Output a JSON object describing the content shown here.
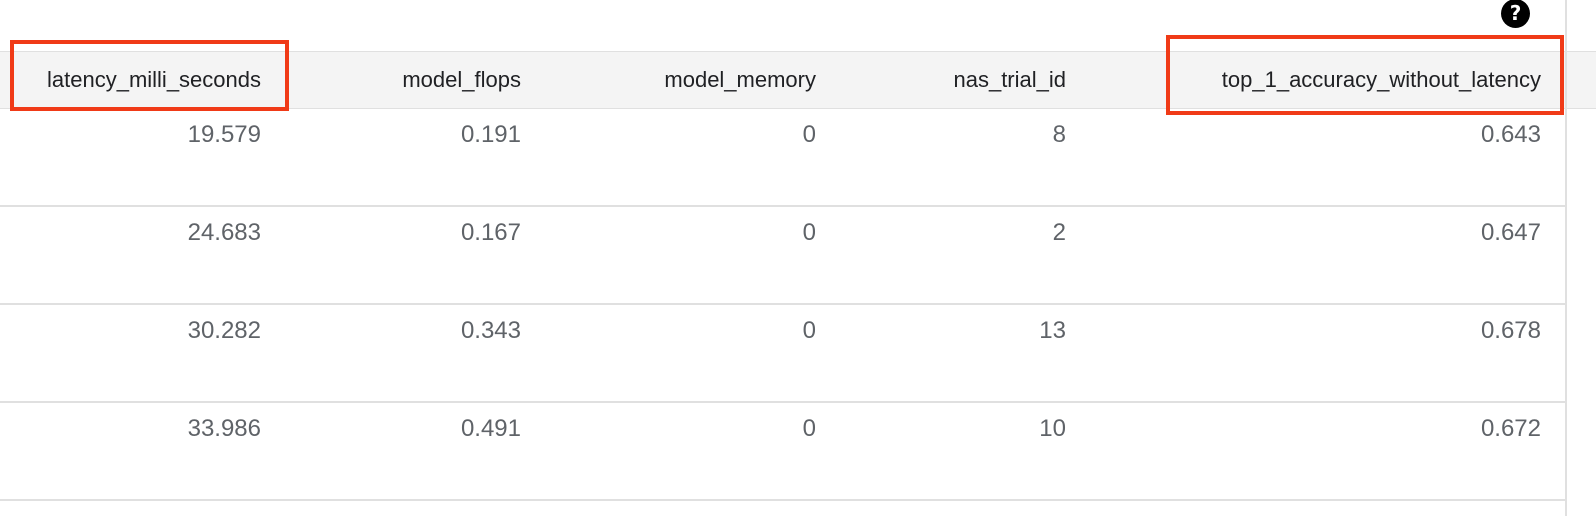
{
  "help": {
    "icon": "help-circle-icon",
    "glyph": "?"
  },
  "colors": {
    "highlight": "#f03a17",
    "header_bg": "#f4f4f4",
    "header_text": "#202124",
    "cell_text": "#5f6368",
    "divider": "#e0e0e0"
  },
  "table": {
    "columns": [
      "latency_milli_seconds",
      "model_flops",
      "model_memory",
      "nas_trial_id",
      "top_1_accuracy_without_latency"
    ],
    "highlighted_columns": [
      "latency_milli_seconds",
      "top_1_accuracy_without_latency"
    ],
    "rows": [
      [
        "19.579",
        "0.191",
        "0",
        "8",
        "0.643"
      ],
      [
        "24.683",
        "0.167",
        "0",
        "2",
        "0.647"
      ],
      [
        "30.282",
        "0.343",
        "0",
        "13",
        "0.678"
      ],
      [
        "33.986",
        "0.491",
        "0",
        "10",
        "0.672"
      ]
    ]
  }
}
